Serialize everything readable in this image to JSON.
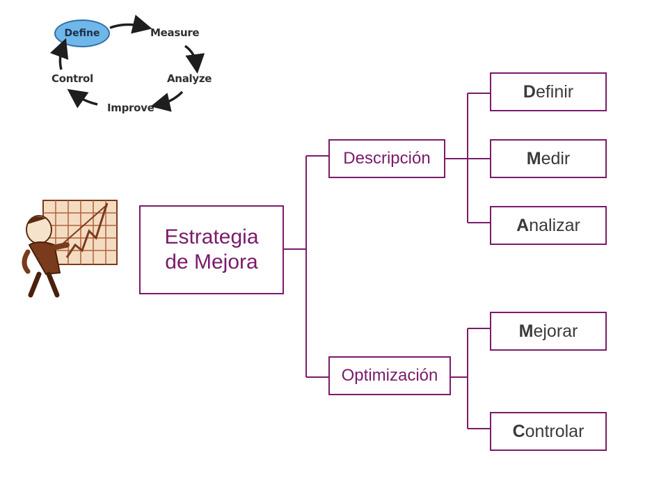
{
  "dmaic": {
    "define": "Define",
    "measure": "Measure",
    "analyze": "Analyze",
    "improve": "Improve",
    "control": "Control"
  },
  "tree": {
    "root": [
      "Estrategia",
      "de Mejora"
    ],
    "branch_descripcion": "Descripción",
    "branch_optimizacion": "Optimización",
    "leaves": [
      {
        "first": "D",
        "rest": "efinir"
      },
      {
        "first": "M",
        "rest": "edir"
      },
      {
        "first": "A",
        "rest": "nalizar"
      },
      {
        "first": "M",
        "rest": "ejorar"
      },
      {
        "first": "C",
        "rest": "ontrolar"
      }
    ]
  },
  "colors": {
    "border": "#7a1a6b",
    "root_text": "#7a1a6b",
    "leaf_text": "#3a3a3a",
    "define_oval": "#6fb7e8"
  },
  "icons": [
    "cycle-arrow-icon",
    "businessman-chart-illustration"
  ]
}
